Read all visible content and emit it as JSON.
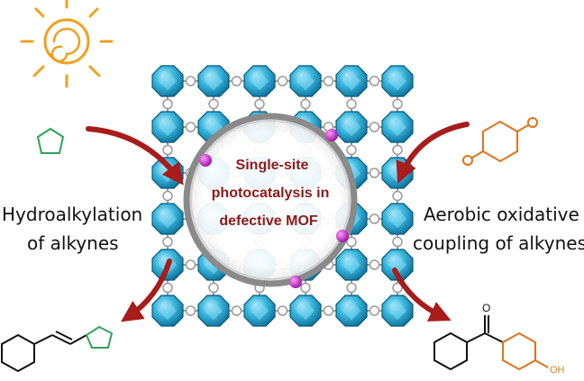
{
  "center": {
    "line1": "Single-site",
    "line2": "photocatalysis in",
    "line3": "defective MOF"
  },
  "left": {
    "line1": "Hydroalkylation",
    "line2": "of alkynes"
  },
  "right": {
    "line1": "Aerobic oxidative",
    "line2": "coupling of alkynes"
  },
  "product": {
    "oh": "OH",
    "o": "O"
  },
  "colors": {
    "node": "#2aa6cc",
    "arrow": "#a81c1c",
    "sun": "#f0a020",
    "thf": "#2fa35a",
    "quinone": "#e0731c",
    "magnet": "#c020c0"
  }
}
